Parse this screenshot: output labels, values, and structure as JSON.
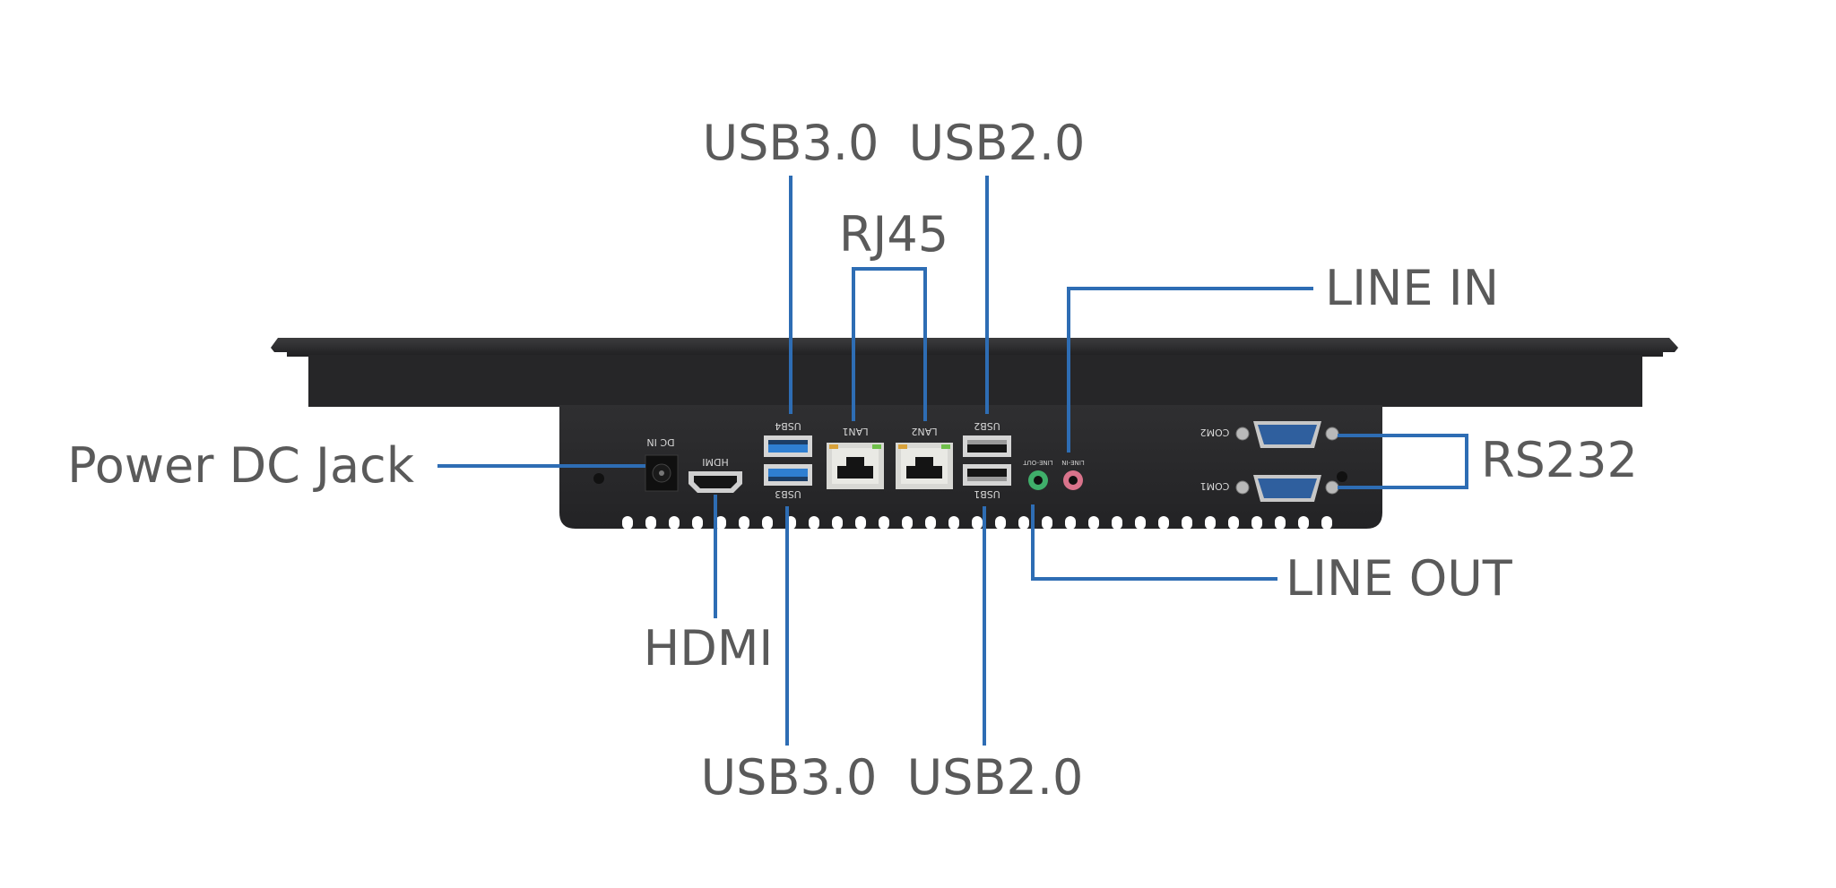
{
  "callouts": {
    "usb30_top": "USB3.0",
    "usb20_top": "USB2.0",
    "rj45": "RJ45",
    "line_in": "LINE IN",
    "power_dc_jack": "Power DC Jack",
    "rs232": "RS232",
    "line_out": "LINE OUT",
    "hdmi": "HDMI",
    "usb30_bottom": "USB3.0",
    "usb20_bottom": "USB2.0"
  },
  "silkscreen": {
    "dc_in": "DC IN",
    "hdmi": "HDMI",
    "usb4": "USB4",
    "usb3": "USB3",
    "lan1": "LAN1",
    "lan2": "LAN2",
    "usb2": "USB2",
    "usb1": "USB1",
    "line_out": "LINE-OUT",
    "line_in": "LINE-IN",
    "com2": "COM2",
    "com1": "COM1"
  },
  "colors": {
    "leader_line": "#2e6db4",
    "callout_text": "#5a5a5a",
    "chassis": "#2b2b2d",
    "usb3_blue": "#2f7fd1",
    "line_out_green": "#3fae6a",
    "line_in_pink": "#d9738b",
    "db9_blue": "#2f5f9e"
  }
}
